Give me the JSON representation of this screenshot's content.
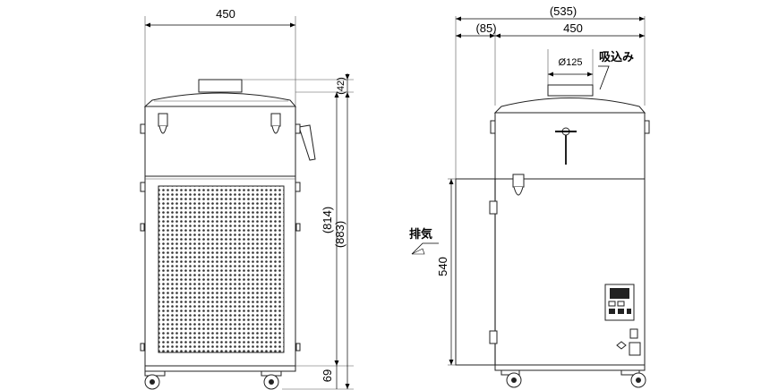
{
  "front_view": {
    "width_label": "450",
    "top_offset_label": "(42)",
    "body_height_label": "(814)",
    "total_height_label": "(883)",
    "caster_height_label": "69"
  },
  "side_view": {
    "overall_width_label": "(535)",
    "offset_label": "(85)",
    "width_label": "450",
    "inlet_diameter_label": "Ø125",
    "intake_label": "吸込み",
    "exhaust_label": "排気",
    "lower_height_label": "540"
  }
}
